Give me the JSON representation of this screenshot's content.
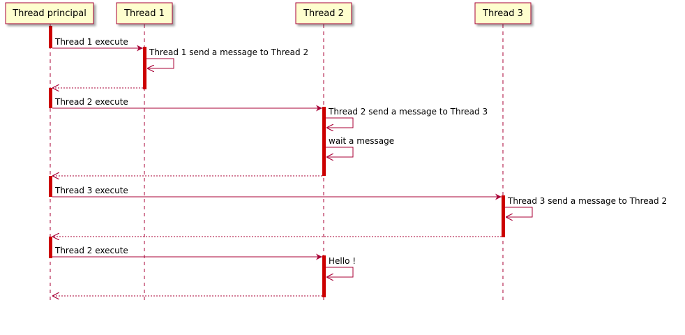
{
  "participants": [
    {
      "id": "main",
      "label": "Thread principal"
    },
    {
      "id": "t1",
      "label": "Thread 1"
    },
    {
      "id": "t2",
      "label": "Thread 2"
    },
    {
      "id": "t3",
      "label": "Thread 3"
    }
  ],
  "messages": [
    {
      "from": "main",
      "to": "t1",
      "label": "Thread 1 execute",
      "kind": "sync"
    },
    {
      "from": "t1",
      "to": "t1",
      "label": "Thread 1 send a message to Thread 2",
      "kind": "self"
    },
    {
      "from": "t1",
      "to": "main",
      "label": "",
      "kind": "return"
    },
    {
      "from": "main",
      "to": "t2",
      "label": "Thread 2 execute",
      "kind": "sync"
    },
    {
      "from": "t2",
      "to": "t2",
      "label": "Thread 2 send a message to Thread 3",
      "kind": "self"
    },
    {
      "from": "t2",
      "to": "t2",
      "label": "wait a message",
      "kind": "self"
    },
    {
      "from": "t2",
      "to": "main",
      "label": "",
      "kind": "return"
    },
    {
      "from": "main",
      "to": "t3",
      "label": "Thread 3 execute",
      "kind": "sync"
    },
    {
      "from": "t3",
      "to": "t3",
      "label": "Thread 3 send a message to Thread 2",
      "kind": "self"
    },
    {
      "from": "t3",
      "to": "main",
      "label": "",
      "kind": "return"
    },
    {
      "from": "main",
      "to": "t2",
      "label": "Thread 2 execute",
      "kind": "sync"
    },
    {
      "from": "t2",
      "to": "t2",
      "label": "Hello !",
      "kind": "self"
    },
    {
      "from": "t2",
      "to": "main",
      "label": "",
      "kind": "return"
    }
  ]
}
